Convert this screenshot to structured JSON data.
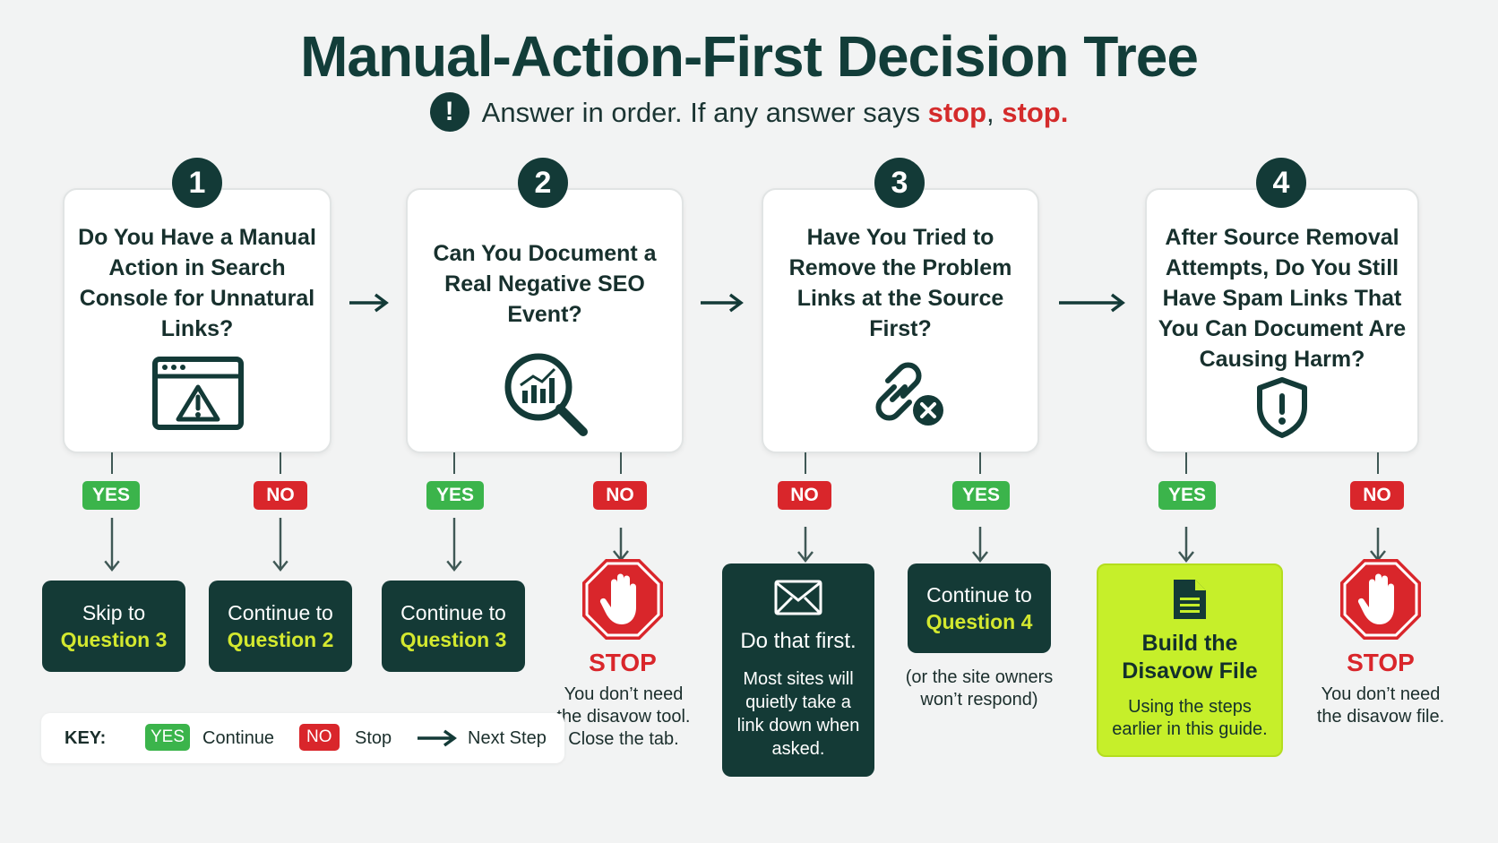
{
  "title": "Manual-Action-First Decision Tree",
  "subtitle": {
    "prefix": "Answer in order. If any answer says ",
    "stop1": "stop",
    "comma": ", ",
    "stop2": "stop."
  },
  "questions": [
    {
      "number": "1",
      "text": "Do You Have a Manual Action in Search Console for Unnatural Links?",
      "icon": "browser-warning-icon"
    },
    {
      "number": "2",
      "text": "Can You Document a Real Negative SEO Event?",
      "icon": "magnifier-chart-icon"
    },
    {
      "number": "3",
      "text": "Have You Tried to Remove the Problem Links at the Source First?",
      "icon": "broken-link-icon"
    },
    {
      "number": "4",
      "text": "After Source Removal Attempts, Do You Still Have Spam Links That You Can Document Are Causing Harm?",
      "icon": "shield-alert-icon"
    }
  ],
  "badges": {
    "yes": "YES",
    "no": "NO"
  },
  "outcomes": {
    "q1_yes": {
      "line1": "Skip to",
      "line2": "Question 3"
    },
    "q1_no": {
      "line1": "Continue to",
      "line2": "Question 2"
    },
    "q2_yes": {
      "line1": "Continue to",
      "line2": "Question 3"
    },
    "q2_no": {
      "label": "STOP",
      "note": "You don’t need the disavow tool. Close the tab."
    },
    "q3_no": {
      "heading": "Do that first.",
      "body": "Most sites will quietly take a link down when asked."
    },
    "q3_yes": {
      "line1": "Continue to",
      "line2": "Question 4",
      "note": "(or the site owners won’t respond)"
    },
    "q4_yes": {
      "title": "Build the Disavow File",
      "body": "Using the steps earlier in this guide."
    },
    "q4_no": {
      "label": "STOP",
      "note": "You don’t need the disavow file."
    }
  },
  "key": {
    "label": "KEY:",
    "yes_badge": "YES",
    "yes_text": "Continue",
    "no_badge": "NO",
    "no_text": "Stop",
    "arrow_text": "Next Step"
  },
  "colors": {
    "dark": "#143a36",
    "yes": "#3bb44b",
    "no": "#d9262b",
    "highlight": "#d3e82f",
    "green_box": "#c6ef2a"
  }
}
